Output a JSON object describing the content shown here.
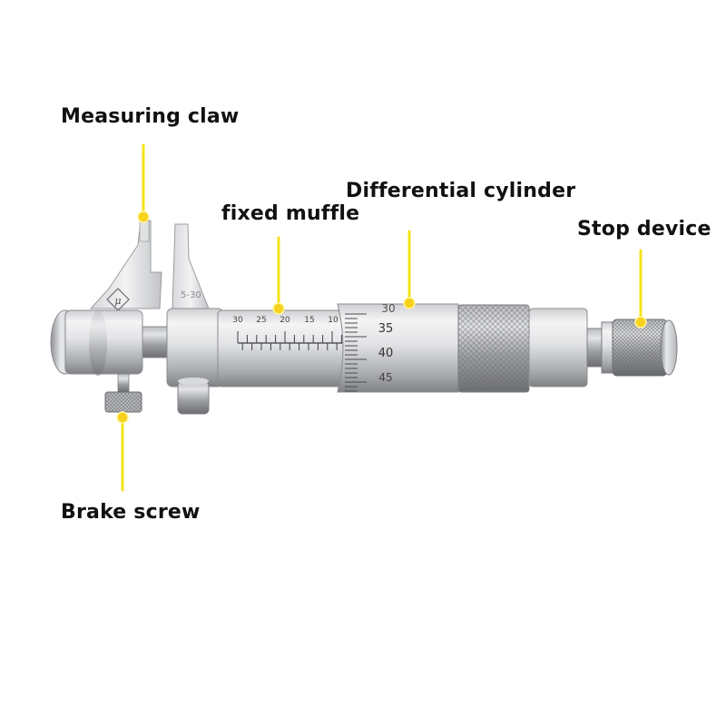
{
  "figure": {
    "labels": {
      "measuring_claw": "Measuring claw",
      "fixed_muffle": "fixed muffle",
      "differential_cylinder": "Differential cylinder",
      "stop_device": "Stop device",
      "brake_screw": "Brake screw"
    },
    "engravings": {
      "claw_mark": "μ",
      "claw_range": "5-30",
      "sleeve_scale": [
        "30",
        "25",
        "20",
        "15",
        "10"
      ],
      "thimble_scale": [
        "30",
        "35",
        "40",
        "45"
      ]
    },
    "colors": {
      "leader_line": "#f5e21a",
      "leader_dot": "#f7d21c",
      "text": "#111111",
      "metal_light": "#e9e9ea",
      "metal_dark": "#8a8c90"
    },
    "icons": {
      "instrument": "inside-micrometer-illustration"
    }
  }
}
